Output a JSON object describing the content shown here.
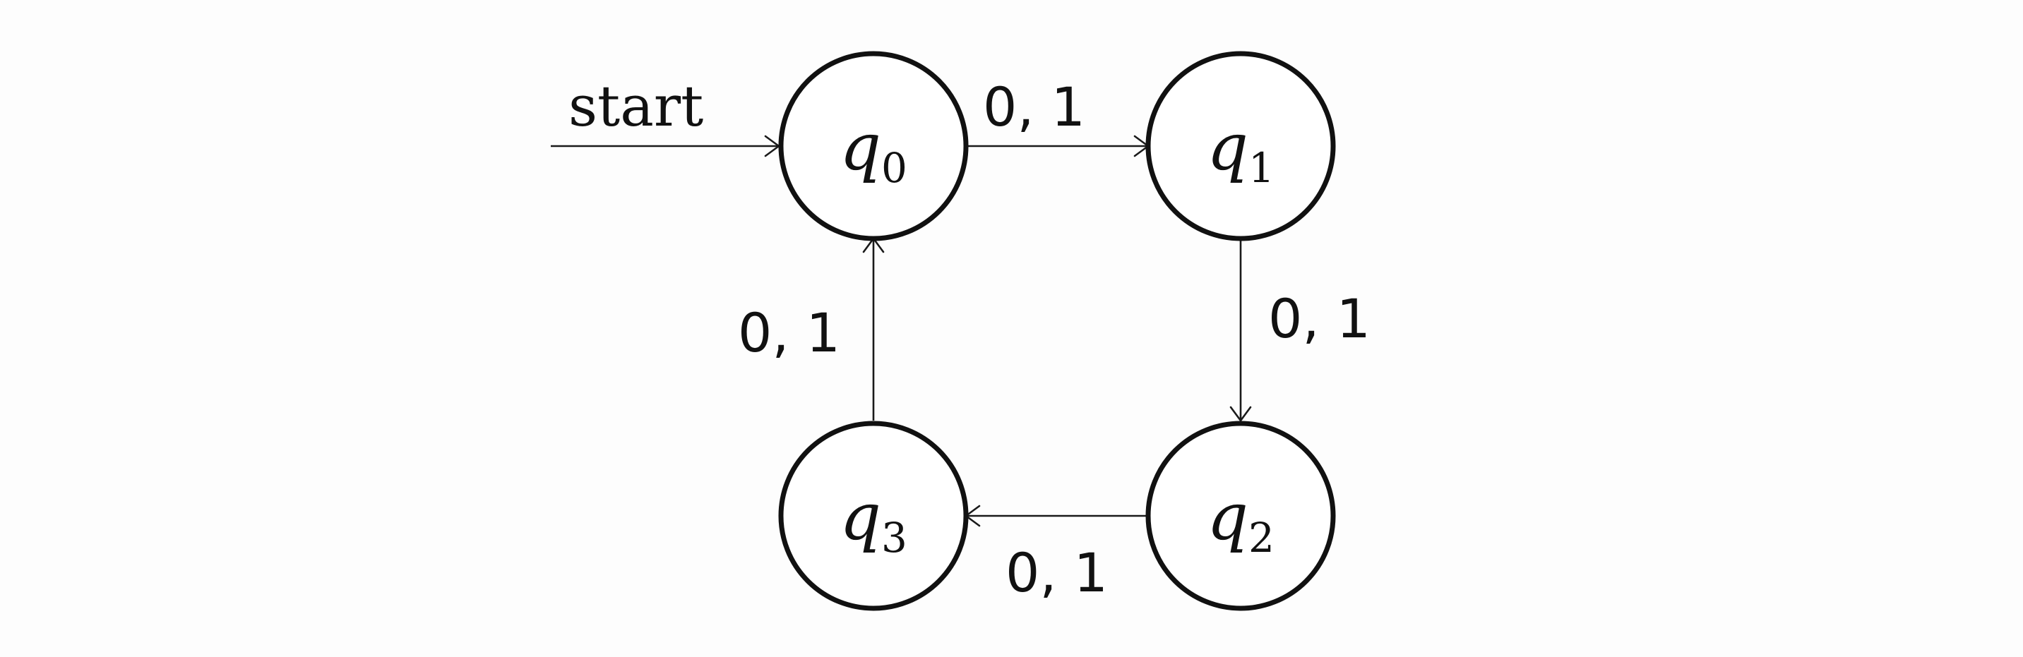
{
  "start_label": "start",
  "states": [
    {
      "id": "q0",
      "name": "q",
      "subscript": "0"
    },
    {
      "id": "q1",
      "name": "q",
      "subscript": "1"
    },
    {
      "id": "q2",
      "name": "q",
      "subscript": "2"
    },
    {
      "id": "q3",
      "name": "q",
      "subscript": "3"
    }
  ],
  "transitions": [
    {
      "from": "q0",
      "to": "q1",
      "label": "0, 1"
    },
    {
      "from": "q1",
      "to": "q2",
      "label": "0, 1"
    },
    {
      "from": "q2",
      "to": "q3",
      "label": "0, 1"
    },
    {
      "from": "q3",
      "to": "q0",
      "label": "0, 1"
    }
  ]
}
